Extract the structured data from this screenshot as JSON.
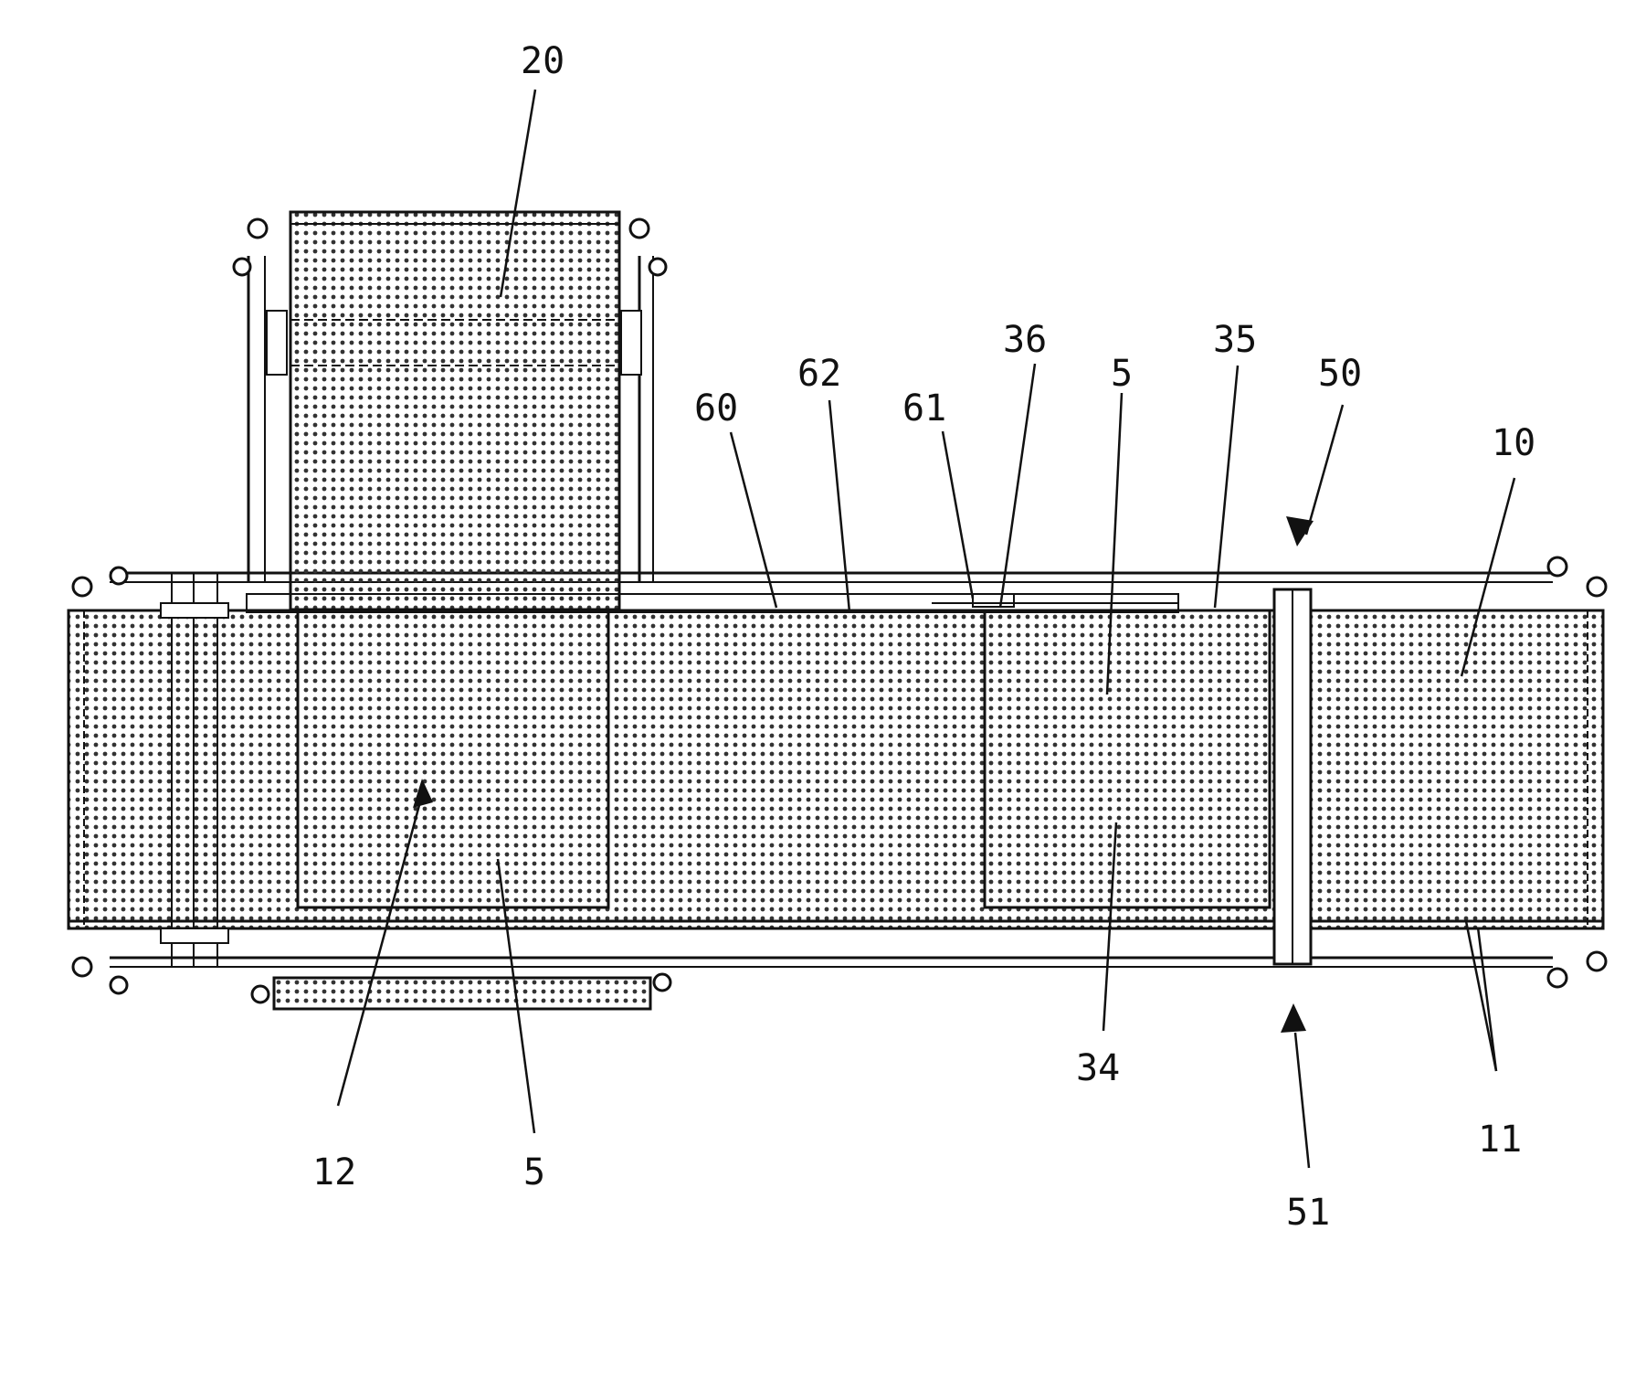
{
  "figure": {
    "labels": {
      "l20": "20",
      "l36": "36",
      "l35": "35",
      "l50": "50",
      "l62": "62",
      "l5a": "5",
      "l60": "60",
      "l61": "61",
      "l10": "10",
      "l34": "34",
      "l11": "11",
      "l12": "12",
      "l5b": "5",
      "l51": "51"
    },
    "colors": {
      "ink": "#111111",
      "paper": "#ffffff",
      "dot": "#333333"
    }
  }
}
